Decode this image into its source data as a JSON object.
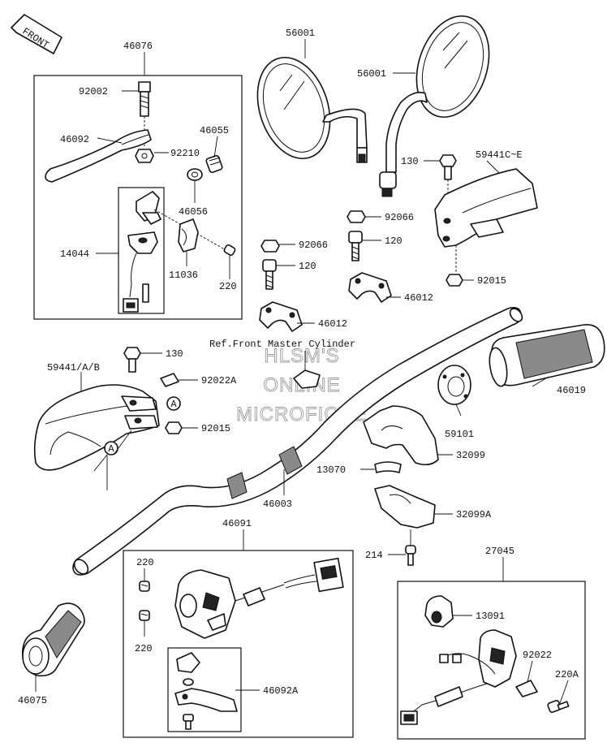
{
  "front_label": "FRONT",
  "ref_label": "Ref.Front Master Cylinder",
  "watermark": [
    "HLSM'S",
    "ONLINE",
    "MICROFICHE"
  ],
  "callout": "A",
  "parts": {
    "p46076": "46076",
    "p92002": "92002",
    "p46092": "46092",
    "p92210": "92210",
    "p46055": "46055",
    "p46056": "46056",
    "p14044": "14044",
    "p11036": "11036",
    "p220a": "220",
    "p56001a": "56001",
    "p56001b": "56001",
    "p130a": "130",
    "p59441ce": "59441C~E",
    "p92066a": "92066",
    "p120a": "120",
    "p92066b": "92066",
    "p120b": "120",
    "p92015a": "92015",
    "p46012a": "46012",
    "p46012b": "46012",
    "p130b": "130",
    "p59441ab": "59441/A/B",
    "p92022a": "92022A",
    "p92015b": "92015",
    "p46019": "46019",
    "p59101": "59101",
    "p32099": "32099",
    "p13070": "13070",
    "p46003": "46003",
    "p32099a": "32099A",
    "p214": "214",
    "p46091": "46091",
    "p220b": "220",
    "p220c": "220",
    "p46092a": "46092A",
    "p27045": "27045",
    "p13091": "13091",
    "p92022": "92022",
    "p220d": "220A",
    "p46075": "46075"
  }
}
